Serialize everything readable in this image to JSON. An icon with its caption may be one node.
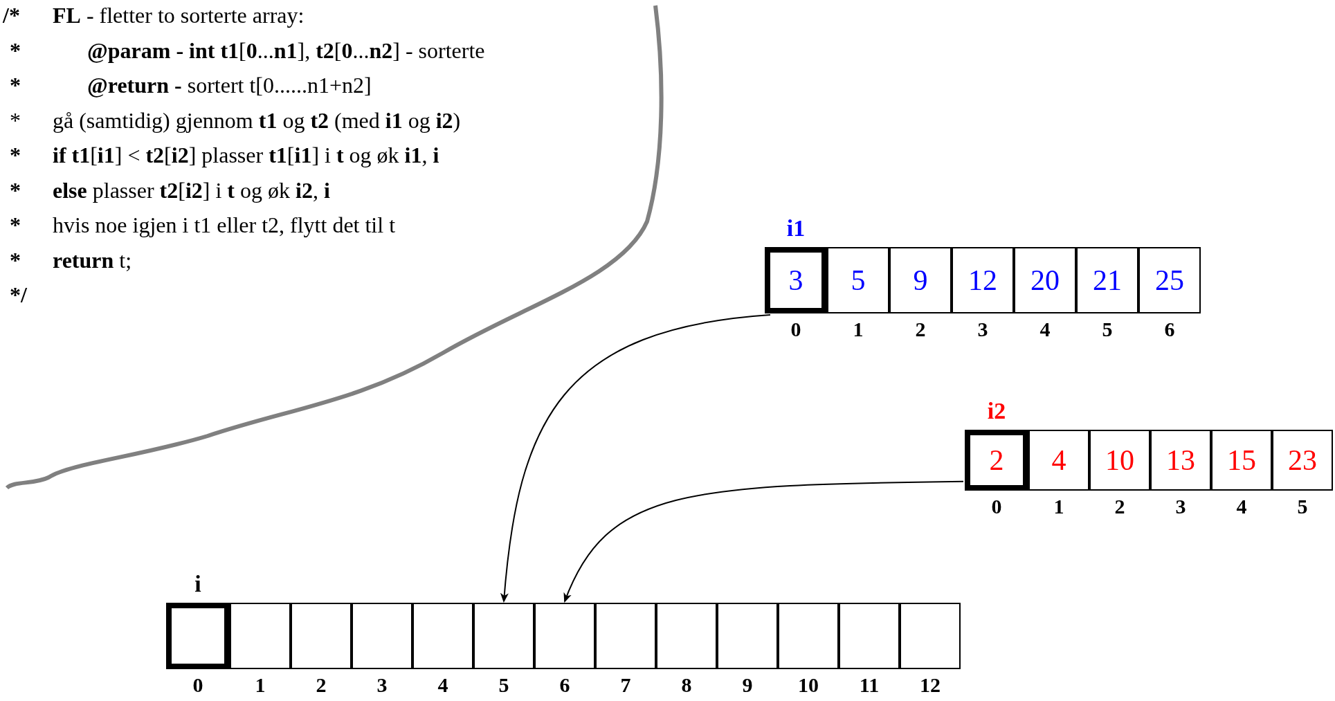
{
  "diagram": {
    "nodes": [
      {
        "text": [
          "3"
        ],
        "beside": [
          "i1",
          "0"
        ]
      },
      {
        "text": [
          "5"
        ],
        "beside": [
          "1"
        ]
      },
      {
        "text": [
          "9"
        ],
        "beside": [
          "2"
        ]
      },
      {
        "text": [
          "12"
        ],
        "beside": [
          "3"
        ]
      },
      {
        "text": [
          "20"
        ],
        "beside": [
          "4"
        ]
      },
      {
        "text": [
          "21"
        ],
        "beside": [
          "5"
        ]
      },
      {
        "text": [
          "25"
        ],
        "beside": [
          "6"
        ]
      },
      {
        "text": [
          "2"
        ],
        "beside": [
          "i2",
          "0"
        ]
      },
      {
        "text": [
          "4"
        ],
        "beside": [
          "1"
        ]
      },
      {
        "text": [
          "10"
        ],
        "beside": [
          "2"
        ]
      },
      {
        "text": [
          "13"
        ],
        "beside": [
          "3"
        ]
      },
      {
        "text": [
          "15"
        ],
        "beside": [
          "4"
        ]
      },
      {
        "text": [
          "23"
        ],
        "beside": [
          "5"
        ]
      },
      {
        "text": [],
        "shape": "box",
        "beside": [
          "i",
          "0"
        ]
      },
      {
        "text": [],
        "shape": "box",
        "beside": [
          "1"
        ]
      },
      {
        "text": [],
        "shape": "box",
        "beside": [
          "2"
        ]
      },
      {
        "text": [],
        "shape": "box",
        "beside": [
          "3"
        ]
      },
      {
        "text": [],
        "shape": "box",
        "beside": [
          "4"
        ]
      },
      {
        "text": [],
        "shape": "box",
        "beside": [
          "5"
        ]
      },
      {
        "text": [],
        "shape": "box",
        "beside": [
          "6"
        ]
      },
      {
        "text": [],
        "shape": "box",
        "beside": [
          "7"
        ]
      },
      {
        "text": [],
        "shape": "box",
        "beside": [
          "8"
        ]
      },
      {
        "text": [],
        "shape": "box",
        "beside": [
          "9"
        ]
      },
      {
        "text": [],
        "shape": "box",
        "beside": [
          "10"
        ]
      },
      {
        "text": [],
        "shape": "box",
        "beside": [
          "11"
        ]
      },
      {
        "text": [],
        "shape": "box",
        "beside": [
          "12"
        ]
      }
    ],
    "edges": [
      {
        "from": 0,
        "to": 18,
        "arrow": "to"
      },
      {
        "from": 7,
        "to": 19,
        "arrow": "to"
      }
    ],
    "labels": [
      "/*",
      "**FL** - fletter to sorterte array:",
      "*",
      "**@param - int t1**[**0**...**n1**], **t2**[**0**...**n2**] - sorterte",
      "*",
      "**@return -** sortert t[0......n1+n2]",
      "*",
      "gå (samtidig) gjennom **t1** og **t2** (med **i1** og **i2**)",
      "*",
      "**if** **t1**[**i1**] < **t2**[**i2**] plasser **t1**[**i1**] i **t** og øk **i1**, **i**",
      "*",
      "**else** plasser **t2**[**i2**] i **t** og øk **i2**, **i**",
      "*",
      "hvis noe igjen i t1 eller t2, flytt det til t",
      "*",
      "**return** t;",
      "*/"
    ]
  }
}
